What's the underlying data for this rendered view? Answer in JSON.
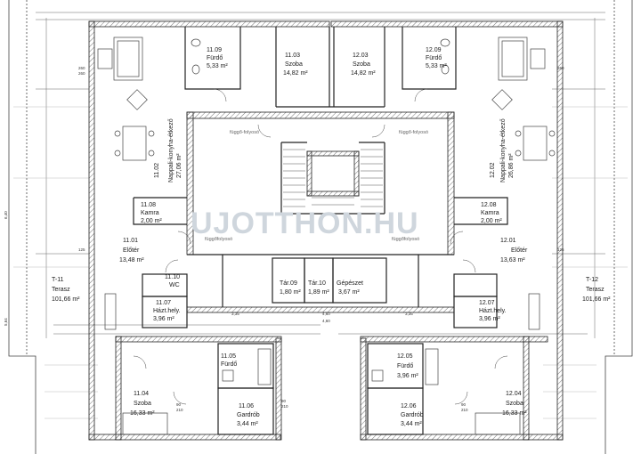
{
  "watermark": "UJOTTHON.HU",
  "rooms": [
    {
      "id": "11.09",
      "name": "Fürdő",
      "area": "5,33 m²"
    },
    {
      "id": "11.03",
      "name": "Szoba",
      "area": "14,82 m²"
    },
    {
      "id": "12.03",
      "name": "Szoba",
      "area": "14,82 m²"
    },
    {
      "id": "12.09",
      "name": "Fürdő",
      "area": "5,33 m²"
    },
    {
      "id": "11.02",
      "name": "Nappali-konyha-étkező",
      "area": "27,06 m²"
    },
    {
      "id": "12.02",
      "name": "Nappali-konyha-étkező",
      "area": "26,86 m²"
    },
    {
      "id": "11.08",
      "name": "Kamra",
      "area": "2,00 m²"
    },
    {
      "id": "12.08",
      "name": "Kamra",
      "area": "2,00 m²"
    },
    {
      "id": "11.01",
      "name": "Előtér",
      "area": "13,48 m²"
    },
    {
      "id": "12.01",
      "name": "Előtér",
      "area": "13,63 m²"
    },
    {
      "id": "T-11",
      "name": "Terasz",
      "area": "101,66 m²"
    },
    {
      "id": "T-12",
      "name": "Terasz",
      "area": "101,66 m²"
    },
    {
      "id": "11.10",
      "name": "WC",
      "area": ""
    },
    {
      "id": "11.07",
      "name": "Házt.hely.",
      "area": "3,96 m²"
    },
    {
      "id": "12.07",
      "name": "Házt.hely.",
      "area": "3,96 m²"
    },
    {
      "id": "Tár.09",
      "name": "",
      "area": "1,80 m²"
    },
    {
      "id": "Tár.10",
      "name": "",
      "area": "1,89 m²"
    },
    {
      "id": "",
      "name": "Gépészet",
      "area": "3,67 m²"
    },
    {
      "id": "11.04",
      "name": "Szoba",
      "area": "16,33 m²"
    },
    {
      "id": "12.04",
      "name": "Szoba",
      "area": "16,33 m²"
    },
    {
      "id": "11.05",
      "name": "Fürdő",
      "area": ""
    },
    {
      "id": "12.05",
      "name": "Fürdő",
      "area": "3,96 m²"
    },
    {
      "id": "11.06",
      "name": "Gardrób",
      "area": "3,44 m²"
    },
    {
      "id": "12.06",
      "name": "Gardrób",
      "area": "3,44 m²"
    }
  ],
  "curtain_labels": [
    "függő-folyosó",
    "függő-folyosó",
    "függőfolyosó",
    "függőfolyosó"
  ],
  "dimensions": [
    "3,35",
    "4,60",
    "3,35",
    "4,60",
    "260",
    "260",
    "260",
    "125",
    "125",
    "90",
    "210",
    "90",
    "210",
    "90",
    "210",
    "6,40",
    "5,64"
  ]
}
